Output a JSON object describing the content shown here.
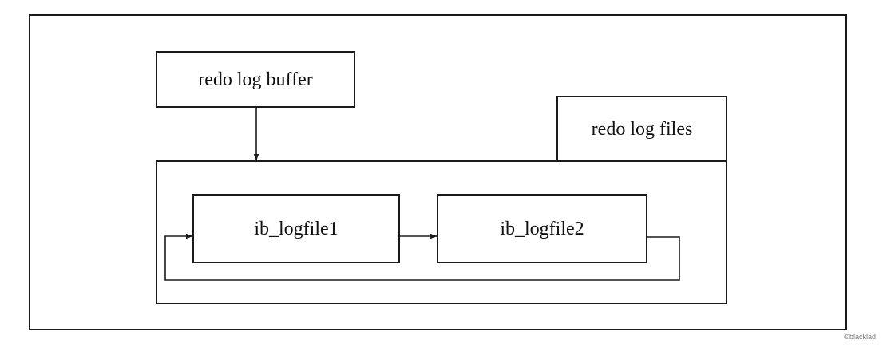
{
  "diagram": {
    "buffer_label": "redo log buffer",
    "files_label": "redo log files",
    "file1_label": "ib_logfile1",
    "file2_label": "ib_logfile2"
  },
  "watermark": "©blacklad"
}
